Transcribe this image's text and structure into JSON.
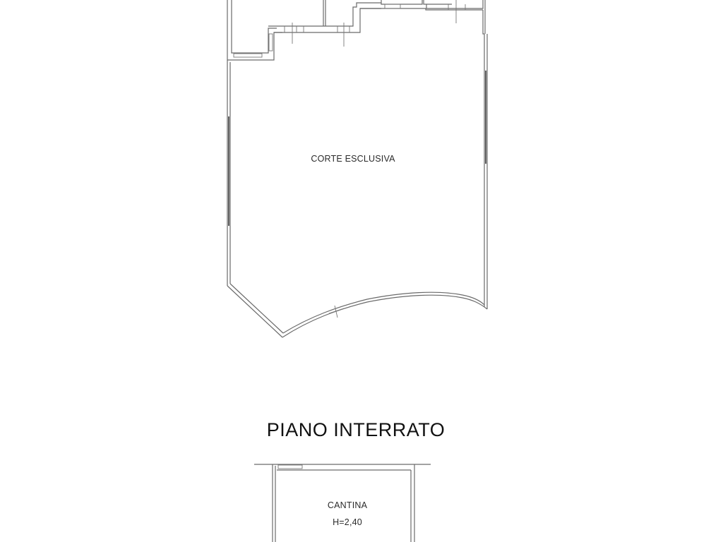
{
  "ground_floor": {
    "rooms": [
      {
        "label": "CORTE ESCLUSIVA"
      }
    ]
  },
  "basement": {
    "title": "PIANO INTERRATO",
    "rooms": [
      {
        "label": "CANTINA",
        "height_label": "H=2,40"
      }
    ]
  },
  "colors": {
    "background": "#ffffff",
    "wall_line": "#6a6a6a",
    "text": "#2a2a2a"
  }
}
